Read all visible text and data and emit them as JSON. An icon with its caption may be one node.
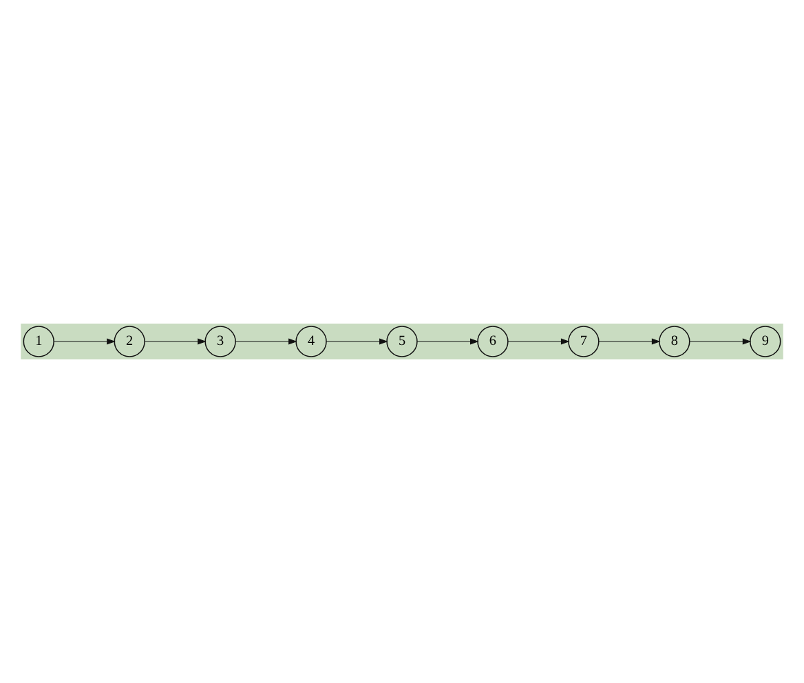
{
  "diagram": {
    "nodes": [
      {
        "text": [
          "1"
        ]
      },
      {
        "text": [
          "2"
        ]
      },
      {
        "text": [
          "3"
        ]
      },
      {
        "text": [
          "4"
        ]
      },
      {
        "text": [
          "5"
        ]
      },
      {
        "text": [
          "6"
        ]
      },
      {
        "text": [
          "7"
        ]
      },
      {
        "text": [
          "8"
        ]
      },
      {
        "text": [
          "9"
        ]
      }
    ],
    "edges": [
      {
        "from": 0,
        "to": 1,
        "arrow": "to"
      },
      {
        "from": 1,
        "to": 2,
        "arrow": "to"
      },
      {
        "from": 2,
        "to": 3,
        "arrow": "to"
      },
      {
        "from": 3,
        "to": 4,
        "arrow": "to"
      },
      {
        "from": 4,
        "to": 5,
        "arrow": "to"
      },
      {
        "from": 5,
        "to": 6,
        "arrow": "to"
      },
      {
        "from": 6,
        "to": 7,
        "arrow": "to"
      },
      {
        "from": 7,
        "to": 8,
        "arrow": "to"
      }
    ]
  }
}
